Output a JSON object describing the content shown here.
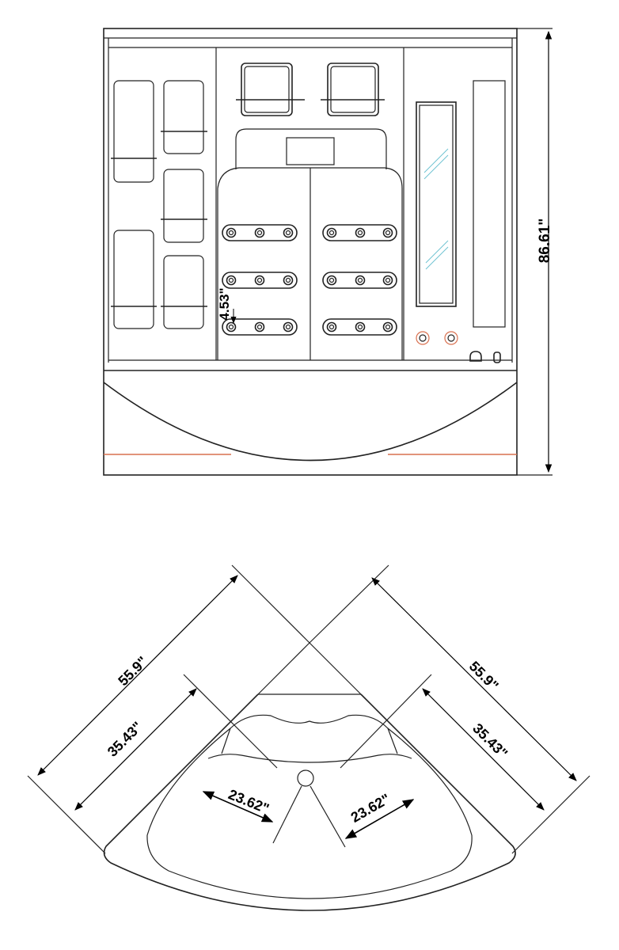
{
  "front_view": {
    "height_label": "86.61\"",
    "jet_spacing_label": "4.53\""
  },
  "plan_view": {
    "outer_left_label": "55.9\"",
    "outer_right_label": "55.9\"",
    "inner_left_label": "35.43\"",
    "inner_right_label": "35.43\"",
    "tub_left_label": "23.62\"",
    "tub_right_label": "23.62\""
  },
  "colors": {
    "line": "#222222",
    "accent_red": "#d9704f",
    "glass_blue": "#6fc3d3"
  }
}
